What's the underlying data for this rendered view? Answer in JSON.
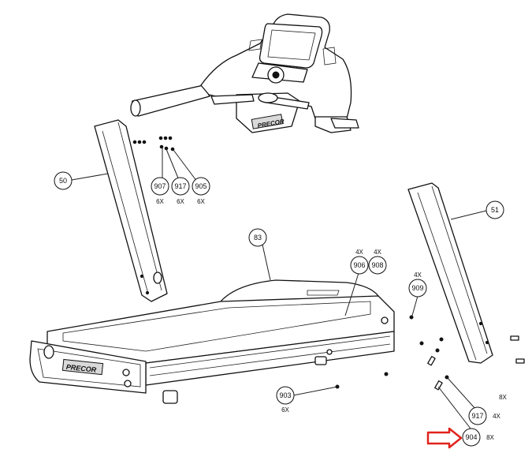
{
  "diagram": {
    "brand_logo": "PRECOR",
    "callouts": [
      {
        "id": "50",
        "qty": ""
      },
      {
        "id": "51",
        "qty": ""
      },
      {
        "id": "83",
        "qty": ""
      },
      {
        "id": "907",
        "qty": "6X"
      },
      {
        "id": "917",
        "qty": "6X"
      },
      {
        "id": "905",
        "qty": "6X"
      },
      {
        "id": "906",
        "qty": "4X"
      },
      {
        "id": "908",
        "qty": "4X"
      },
      {
        "id": "909",
        "qty": "4X"
      },
      {
        "id": "903",
        "qty": "6X"
      },
      {
        "id": "917",
        "qty": "4X"
      },
      {
        "id": "904",
        "qty": "8X"
      }
    ],
    "extra_label": "8X",
    "highlight_arrow_color": "#e0231c",
    "highlighted_part": "904"
  }
}
